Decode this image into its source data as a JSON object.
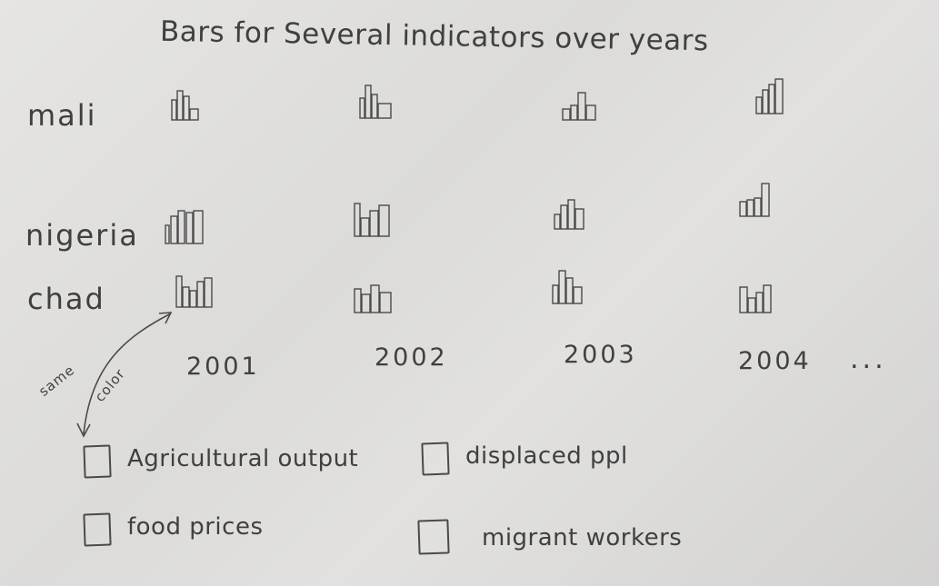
{
  "title": "Bars for Several indicators over years",
  "countries": [
    "mali",
    "nigeria",
    "chad"
  ],
  "years": [
    "2001",
    "2002",
    "2003",
    "2004"
  ],
  "ellipsis": "...",
  "annotation": {
    "same": "same",
    "color": "color"
  },
  "legend": [
    {
      "label": "Agricultural output"
    },
    {
      "label": "displaced ppl"
    },
    {
      "label": "food prices"
    },
    {
      "label": "migrant workers"
    }
  ],
  "colors": {
    "ink": "#404040",
    "paper": "#e3e2e0"
  }
}
